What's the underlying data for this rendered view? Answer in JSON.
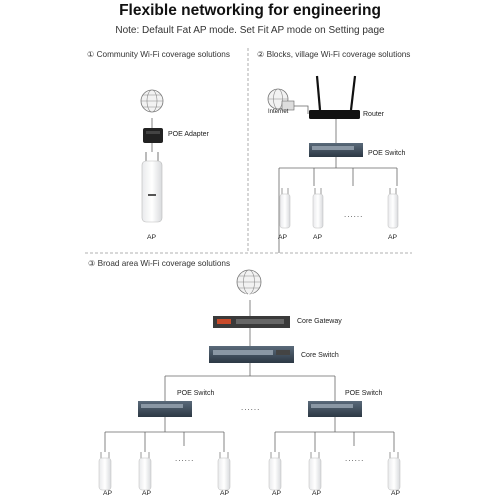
{
  "title": "Flexible networking for engineering",
  "note": "Note: Default Fat AP mode. Set Fit AP mode on Setting page",
  "section1": {
    "heading": "① Community Wi-Fi coverage solutions",
    "internet": "Internet",
    "poe_adapter": "POE Adapter",
    "ap": "AP"
  },
  "section2": {
    "heading": "② Blocks, village Wi-Fi coverage solutions",
    "internet": "Internet",
    "router": "Router",
    "poe_switch": "POE Switch",
    "ap_labels": [
      "AP",
      "AP",
      "AP"
    ],
    "ellipsis": "......"
  },
  "section3": {
    "heading": "③ Broad area Wi-Fi coverage solutions",
    "internet": "Internet",
    "core_gateway": "Core Gateway",
    "core_switch": "Core Switch",
    "poe_switch_left": "POE Switch",
    "poe_switch_right": "POE Switch",
    "ellipsis_middle": "......",
    "ellipsis_left": "......",
    "ellipsis_right": "......",
    "ap_labels": [
      "AP",
      "AP",
      "AP",
      "AP",
      "AP",
      "AP"
    ]
  }
}
